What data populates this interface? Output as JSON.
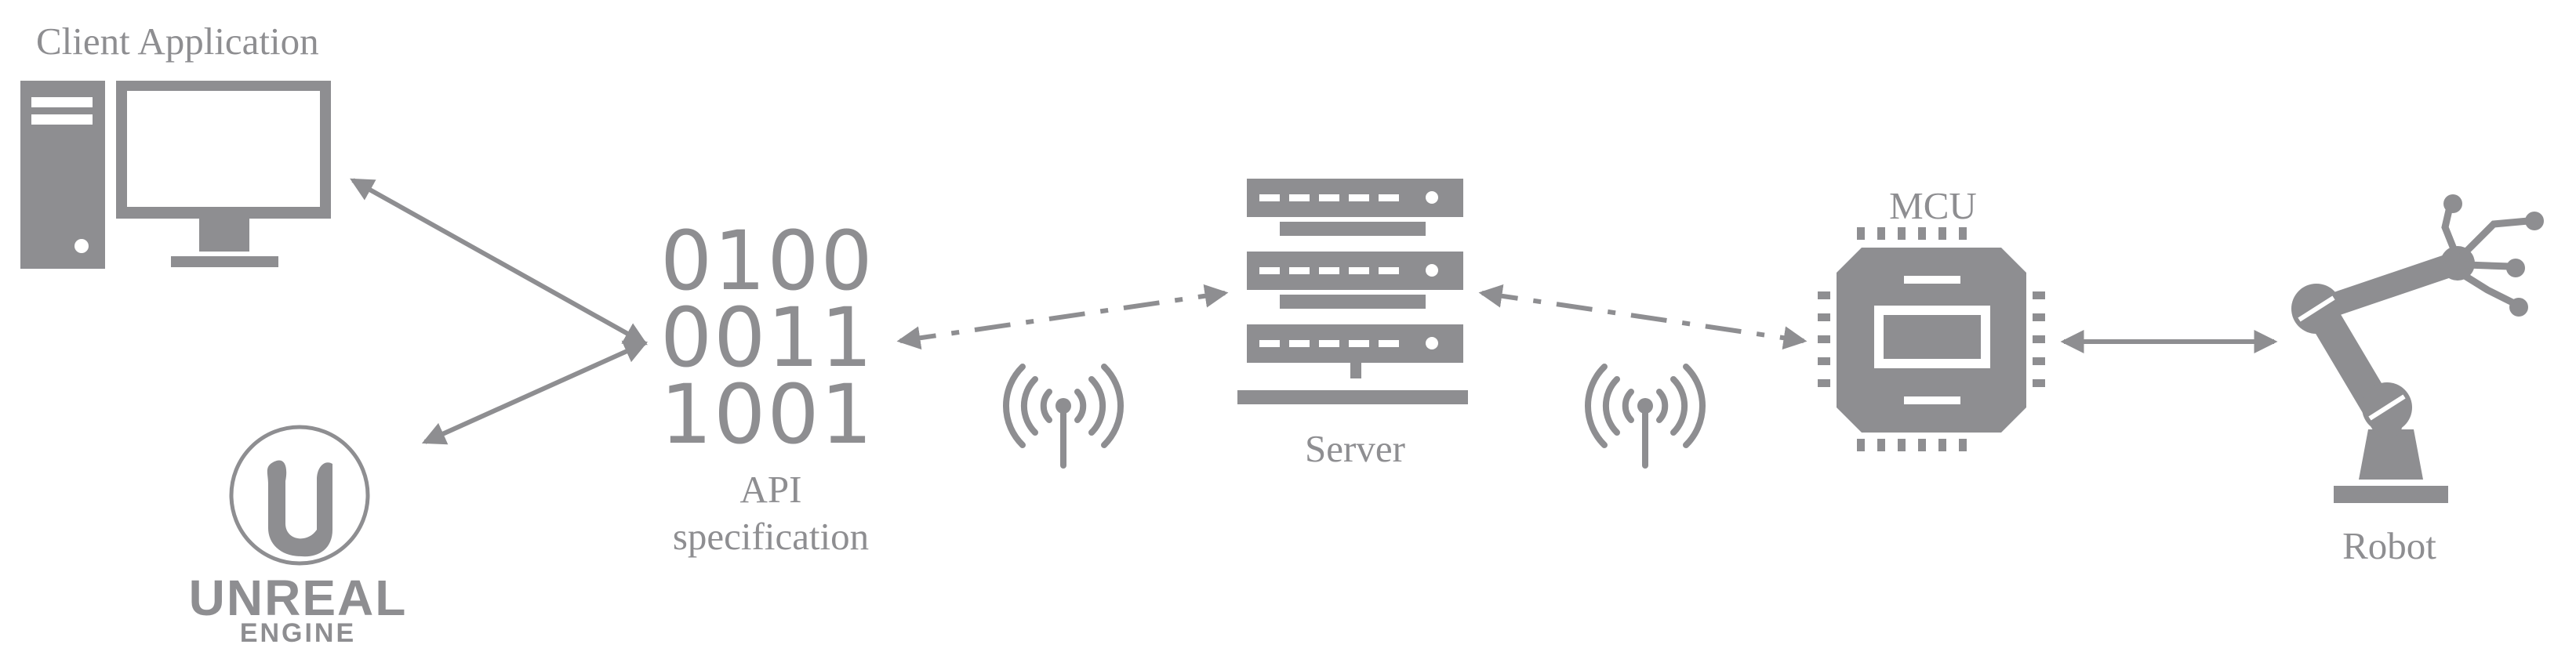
{
  "colors": {
    "foreground": "#8e8e91",
    "background": "#ffffff"
  },
  "nodes": {
    "client": {
      "label": "Client Application",
      "icon": "desktop-computer-icon"
    },
    "unreal": {
      "icon": "unreal-engine-logo",
      "wordmark_line1": "UNREAL",
      "wordmark_line2": "ENGINE"
    },
    "api": {
      "binary_lines": [
        "0100",
        "0011",
        "1001"
      ],
      "label_line1": "API",
      "label_line2": "specification"
    },
    "server": {
      "label": "Server",
      "icon": "server-rack-icon"
    },
    "mcu": {
      "label": "MCU",
      "icon": "microcontroller-chip-icon"
    },
    "robot": {
      "label": "Robot",
      "icon": "robot-arm-icon"
    }
  },
  "links": [
    {
      "from": "client",
      "to": "api",
      "style": "solid",
      "direction": "both"
    },
    {
      "from": "unreal",
      "to": "api",
      "style": "solid",
      "direction": "both"
    },
    {
      "from": "api",
      "to": "server",
      "style": "dash-dot",
      "direction": "both",
      "icon": "wireless-antenna-icon"
    },
    {
      "from": "server",
      "to": "mcu",
      "style": "dash-dot",
      "direction": "both",
      "icon": "wireless-antenna-icon"
    },
    {
      "from": "mcu",
      "to": "robot",
      "style": "solid",
      "direction": "both"
    }
  ]
}
